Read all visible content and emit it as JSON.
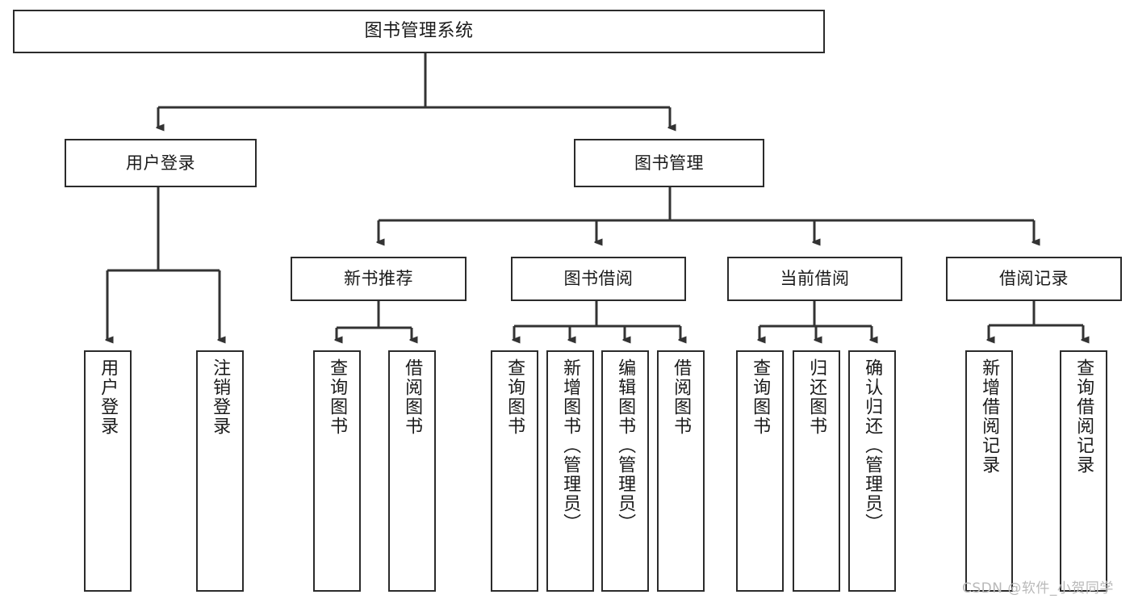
{
  "diagram": {
    "type": "tree",
    "title": "图书管理系统",
    "watermark": "CSDN @软件_小贺同学",
    "colors": {
      "box_border": "#2b2b2b",
      "box_fill": "#ffffff",
      "connector": "#333333",
      "text": "#1a1a1a",
      "watermark": "#b9b9b9",
      "background": "#ffffff"
    },
    "root": {
      "label": "图书管理系统"
    },
    "level2": [
      {
        "label": "用户登录"
      },
      {
        "label": "图书管理"
      }
    ],
    "level3": [
      {
        "label": "新书推荐"
      },
      {
        "label": "图书借阅"
      },
      {
        "label": "当前借阅"
      },
      {
        "label": "借阅记录"
      }
    ],
    "leaves": {
      "user_login": [
        {
          "label": "用户登录"
        },
        {
          "label": "注销登录"
        }
      ],
      "new_book_recommend": [
        {
          "label": "查询图书"
        },
        {
          "label": "借阅图书"
        }
      ],
      "book_borrow": [
        {
          "label": "查询图书"
        },
        {
          "label": "新增图书（管理员）"
        },
        {
          "label": "编辑图书（管理员）"
        },
        {
          "label": "借阅图书"
        }
      ],
      "current_borrow": [
        {
          "label": "查询图书"
        },
        {
          "label": "归还图书"
        },
        {
          "label": "确认归还（管理员）"
        }
      ],
      "borrow_records": [
        {
          "label": "新增借阅记录"
        },
        {
          "label": "查询借阅记录"
        }
      ]
    }
  }
}
